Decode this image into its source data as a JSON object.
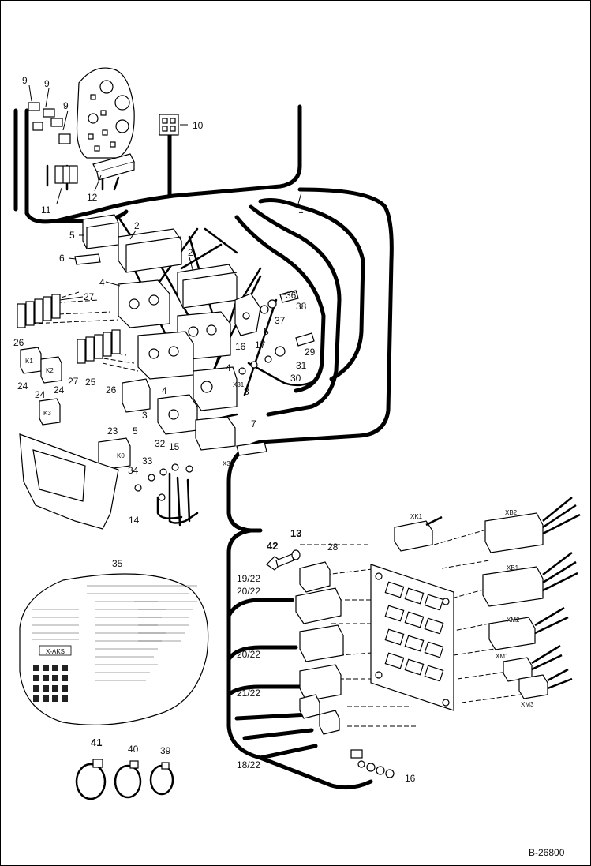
{
  "document_number": "B-26800",
  "callouts": {
    "c1": "1",
    "c2a": "2",
    "c2b": "2",
    "c3": "3",
    "c4a": "4",
    "c4b": "4",
    "c4c": "4",
    "c5a": "5",
    "c5b": "5",
    "c5c": "5",
    "c6": "6",
    "c7": "7",
    "c8": "8",
    "c9a": "9",
    "c9b": "9",
    "c9c": "9",
    "c10": "10",
    "c11": "11",
    "c12": "12",
    "c13": "13",
    "c14": "14",
    "c15": "15",
    "c16a": "16",
    "c16b": "16",
    "c17": "17",
    "c23": "23",
    "c24a": "24",
    "c24b": "24",
    "c24c": "24",
    "c25": "25",
    "c26a": "26",
    "c26b": "26",
    "c27a": "27",
    "c27b": "27",
    "c28": "28",
    "c29": "29",
    "c30": "30",
    "c31": "31",
    "c32": "32",
    "c33": "33",
    "c34": "34",
    "c35": "35",
    "c36": "36",
    "c37": "37",
    "c38": "38",
    "c39": "39",
    "c40": "40",
    "c41": "41",
    "c42": "42",
    "c18_22": "18/22",
    "c19_22": "19/22",
    "c20_22a": "20/22",
    "c20_22b": "20/22",
    "c21_22": "21/22"
  },
  "component_labels": {
    "k1": "K1",
    "k2": "K2",
    "k3": "K3",
    "k0": "K0",
    "x31": "X31",
    "x30": "X30",
    "xk1": "XK1",
    "xb2": "XB2",
    "xb1": "XB1",
    "xm2": "XM2",
    "xm1": "XM1",
    "xm3": "XM3"
  },
  "decal": {
    "box_label": "X-AKS"
  }
}
